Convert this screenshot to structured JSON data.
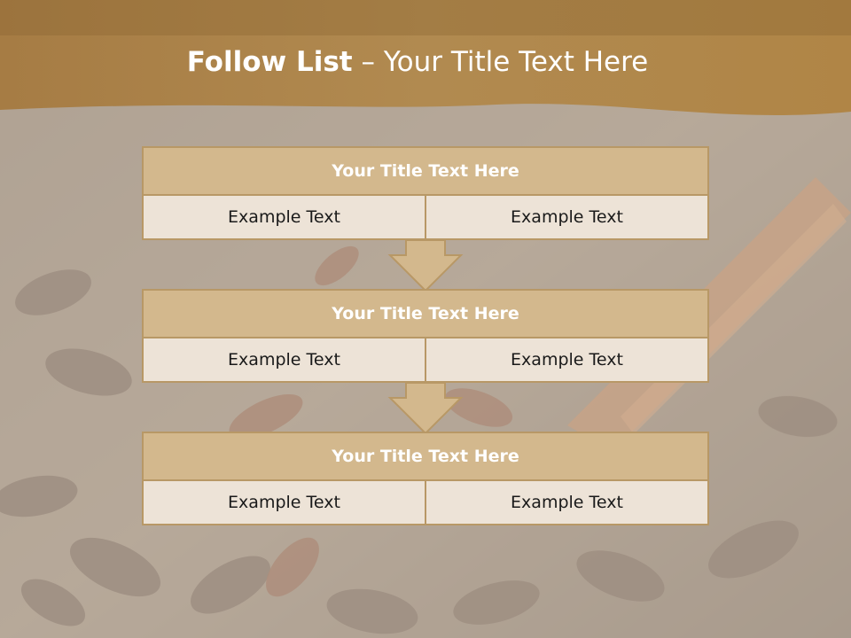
{
  "title": {
    "strong": "Follow List",
    "rest": " – Your Title Text Here"
  },
  "colors": {
    "banner": "#a88045",
    "box_header": "#d3b88d",
    "box_border": "#b89866",
    "cell_bg": "#ede3d7"
  },
  "steps": [
    {
      "title": "Your Title Text Here",
      "left": "Example Text",
      "right": "Example Text"
    },
    {
      "title": "Your Title Text Here",
      "left": "Example Text",
      "right": "Example Text"
    },
    {
      "title": "Your Title Text Here",
      "left": "Example Text",
      "right": "Example Text"
    }
  ],
  "background_image": "coffee-beans-and-cinnamon-photo"
}
